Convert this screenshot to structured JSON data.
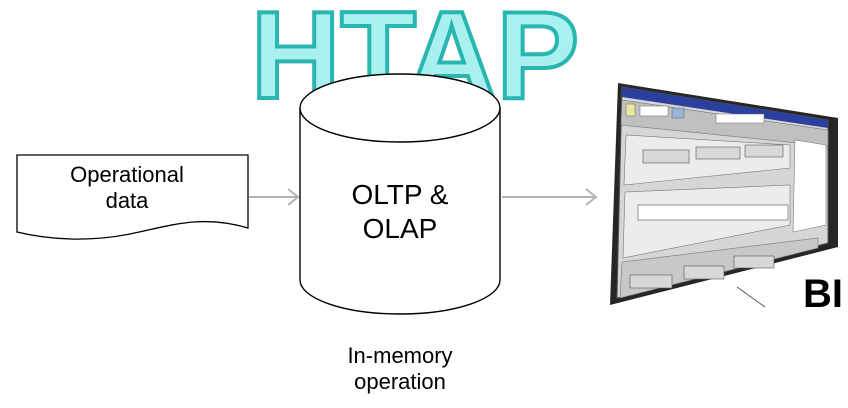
{
  "title": "HTAP",
  "source": {
    "line1": "Operational",
    "line2": "data"
  },
  "database": {
    "line1": "OLTP &",
    "line2": "OLAP"
  },
  "caption": {
    "line1": "In-memory",
    "line2": "operation"
  },
  "target": {
    "label": "BI"
  },
  "colors": {
    "title_fill": "#a9f0ee",
    "title_stroke": "#29b6b0",
    "arrow": "#b3b3b3",
    "outline": "#000000",
    "screen_bg": "#d8d8d8",
    "screen_titlebar": "#2b3f9e"
  }
}
